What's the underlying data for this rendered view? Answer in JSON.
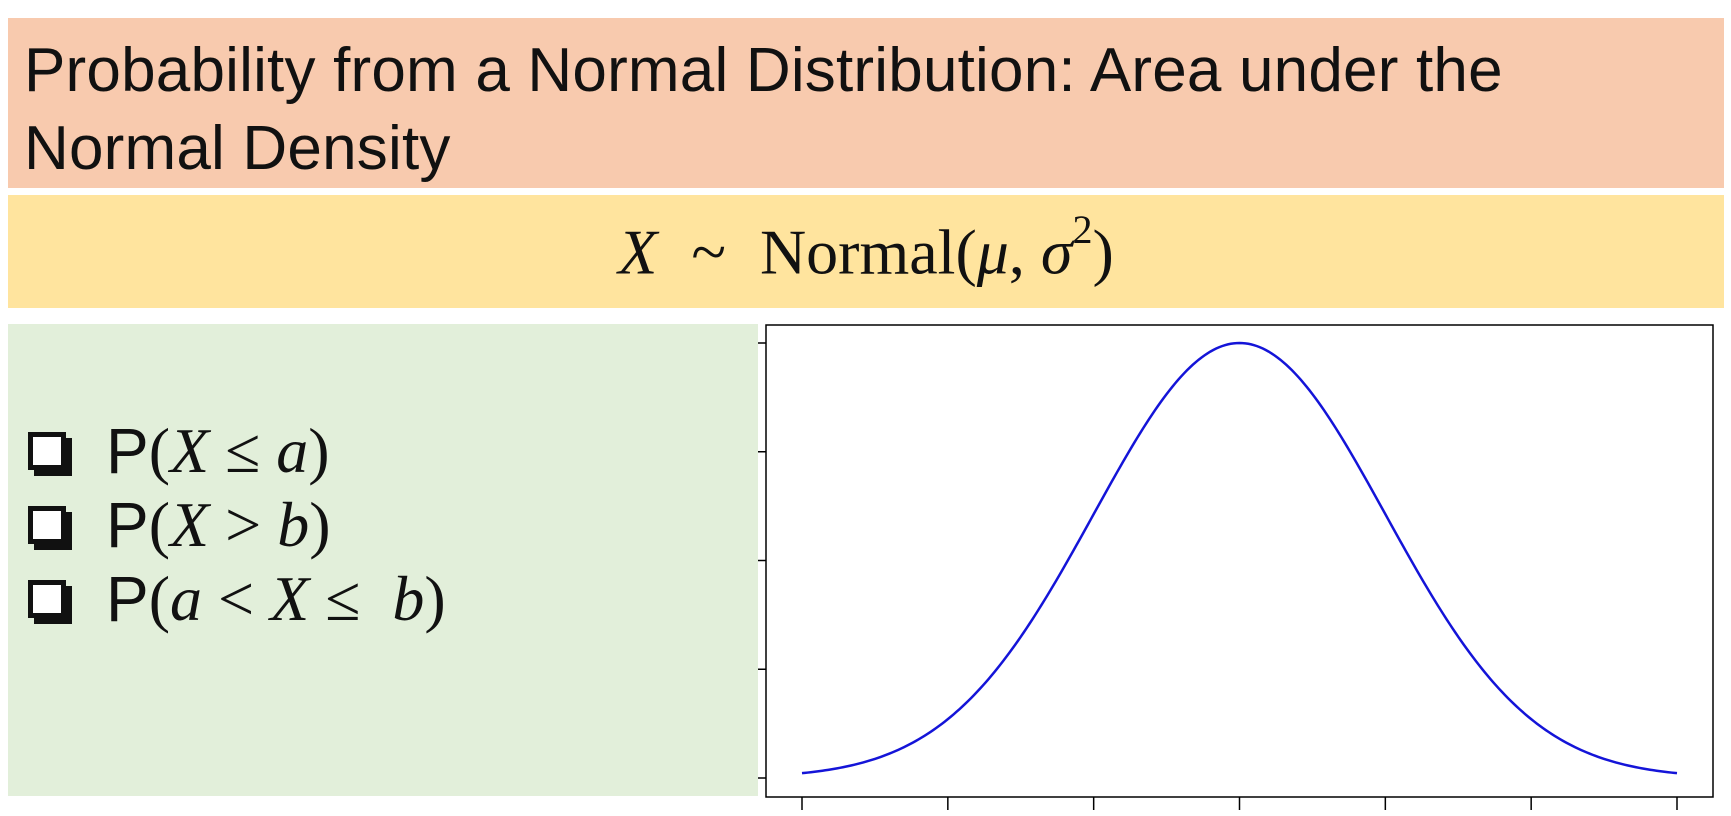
{
  "title": {
    "line1": "Probability from a Normal Distribution: Area under the",
    "line2": "Normal Density"
  },
  "formula": {
    "variable": "X",
    "tilde": "~",
    "dist": "Normal",
    "mu": "μ",
    "sigma": "σ",
    "power": "2"
  },
  "probabilities": [
    {
      "p": "P",
      "parts": [
        "X",
        " ≤ ",
        "a"
      ]
    },
    {
      "p": "P",
      "parts": [
        "X",
        " > ",
        "b"
      ]
    },
    {
      "p": "P",
      "parts": [
        "a",
        " < ",
        "X",
        " ≤  ",
        "b"
      ]
    }
  ],
  "colors": {
    "title_bg": "#f8caae",
    "formula_bg": "#ffe49e",
    "panel_bg": "#e2efda",
    "curve": "#1414d8"
  },
  "plot": {
    "mean": 0,
    "sd": 1,
    "x_range": [
      -3,
      3
    ],
    "x_tick_count": 7,
    "y_tick_count": 5
  }
}
